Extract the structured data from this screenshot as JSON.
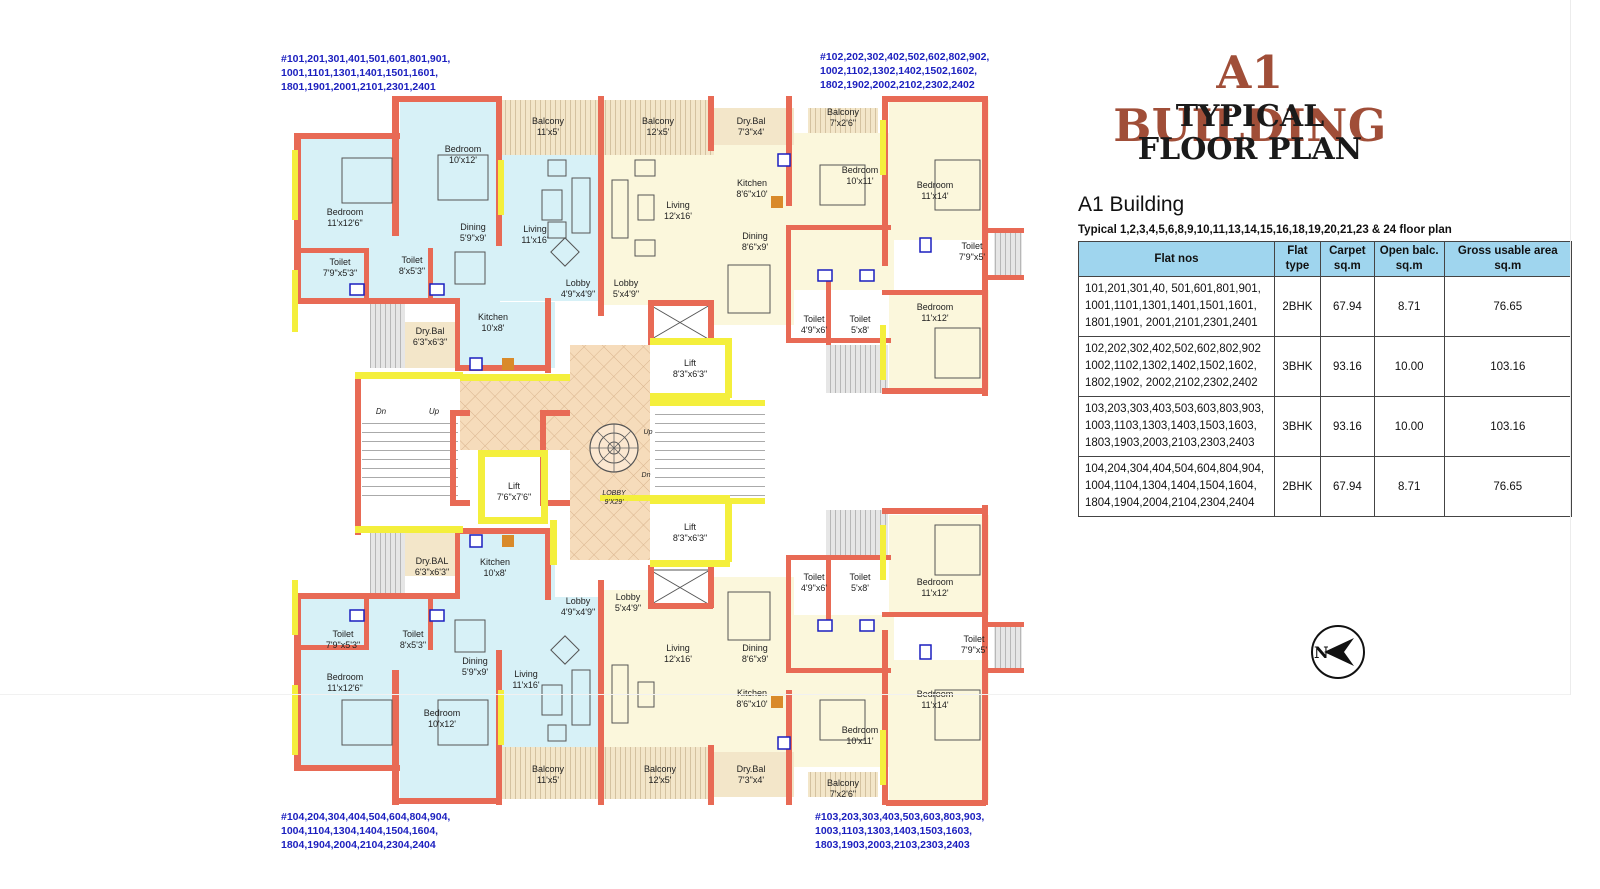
{
  "header": {
    "title_line1": "A1 BUILDING",
    "title_line2": "TYPICAL",
    "title_line3": "FLOOR PLAN"
  },
  "table": {
    "title": "A1 Building",
    "subtitle": "Typical 1,2,3,4,5,6,8,9,10,11,13,14,15,16,18,19,20,21,23 & 24 floor plan",
    "headers": {
      "flat_nos": "Flat nos",
      "flat_type_1": "Flat",
      "flat_type_2": "type",
      "carpet_1": "Carpet",
      "carpet_2": "sq.m",
      "open_1": "Open balc.",
      "open_2": "sq.m",
      "gross_1": "Gross usable area",
      "gross_2": "sq.m"
    },
    "rows": [
      {
        "l1": "101,201,301,40, 501,601,801,901,",
        "l2": "1001,1101,1301,1401,1501,1601,",
        "l3": "1801,1901, 2001,2101,2301,2401",
        "type": "2BHK",
        "carpet": "67.94",
        "open": "8.71",
        "gross": "76.65"
      },
      {
        "l1": "102,202,302,402,502,602,802,902",
        "l2": "1002,1102,1302,1402,1502,1602,",
        "l3": "1802,1902, 2002,2102,2302,2402",
        "type": "3BHK",
        "carpet": "93.16",
        "open": "10.00",
        "gross": "103.16"
      },
      {
        "l1": "103,203,303,403,503,603,803,903,",
        "l2": "1003,1103,1303,1403,1503,1603,",
        "l3": "1803,1903,2003,2103,2303,2403",
        "type": "3BHK",
        "carpet": "93.16",
        "open": "10.00",
        "gross": "103.16"
      },
      {
        "l1": "104,204,304,404,504,604,804,904,",
        "l2": "1004,1104,1304,1404,1504,1604,",
        "l3": "1804,1904,2004,2104,2304,2404",
        "type": "2BHK",
        "carpet": "67.94",
        "open": "8.71",
        "gross": "76.65"
      }
    ]
  },
  "flat_lists": {
    "top_left": [
      "#101,201,301,401,501,601,801,901,",
      "1001,1101,1301,1401,1501,1601,",
      "1801,1901,2001,2101,2301,2401"
    ],
    "top_right": [
      "#102,202,302,402,502,602,802,902,",
      "1002,1102,1302,1402,1502,1602,",
      "1802,1902,2002,2102,2302,2402"
    ],
    "bottom_left": [
      "#104,204,304,404,504,604,804,904,",
      "1004,1104,1304,1404,1504,1604,",
      "1804,1904,2004,2104,2304,2404"
    ],
    "bottom_right": [
      "#103,203,303,403,503,603,803,903,",
      "1003,1103,1303,1403,1503,1603,",
      "1803,1903,2003,2103,2303,2403"
    ]
  },
  "rooms": {
    "tl_bedroom1": {
      "name": "Bedroom",
      "dim": "10'x12'"
    },
    "tl_bedroom2": {
      "name": "Bedroom",
      "dim": "11'x12'6\""
    },
    "tl_balcony": {
      "name": "Balcony",
      "dim": "11'x5'"
    },
    "tl_living": {
      "name": "Living",
      "dim": "11'x16'"
    },
    "tl_dining": {
      "name": "Dining",
      "dim": "5'9\"x9'"
    },
    "tl_toilet1": {
      "name": "Toilet",
      "dim": "7'9\"x5'3\""
    },
    "tl_toilet2": {
      "name": "Toilet",
      "dim": "8'x5'3\""
    },
    "tl_kitchen": {
      "name": "Kitchen",
      "dim": "10'x8'"
    },
    "tl_drybal": {
      "name": "Dry.Bal",
      "dim": "6'3\"x6'3\""
    },
    "tl_lobby": {
      "name": "Lobby",
      "dim": "4'9\"x4'9\""
    },
    "tr_balcony1": {
      "name": "Balcony",
      "dim": "12'x5'"
    },
    "tr_drybal": {
      "name": "Dry.Bal",
      "dim": "7'3\"x4'"
    },
    "tr_balcony2": {
      "name": "Balcony",
      "dim": "7'x2'6\""
    },
    "tr_living": {
      "name": "Living",
      "dim": "12'x16'"
    },
    "tr_kitchen": {
      "name": "Kitchen",
      "dim": "8'6\"x10'"
    },
    "tr_dining": {
      "name": "Dining",
      "dim": "8'6\"x9'"
    },
    "tr_bedroom1": {
      "name": "Bedroom",
      "dim": "10'x11'"
    },
    "tr_bedroom2": {
      "name": "Bedroom",
      "dim": "11'x14'"
    },
    "tr_toilet1": {
      "name": "Toilet",
      "dim": "7'9\"x5'"
    },
    "tr_bedroom3": {
      "name": "Bedroom",
      "dim": "11'x12'"
    },
    "tr_toilet2": {
      "name": "Toilet",
      "dim": "4'9\"x6'"
    },
    "tr_toilet3": {
      "name": "Toilet",
      "dim": "5'x8'"
    },
    "tr_lobby": {
      "name": "Lobby",
      "dim": "5'x4'9\""
    },
    "lift1": {
      "name": "Lift",
      "dim": "8'3\"x6'3\""
    },
    "lift2": {
      "name": "Lift",
      "dim": "7'6\"x7'6\""
    },
    "lift3": {
      "name": "Lift",
      "dim": "8'3\"x6'3\""
    },
    "lobby_main": {
      "name": "LOBBY",
      "dim": "9'X29'"
    },
    "stair_dn": "Dn",
    "stair_up": "Up",
    "stair2_up": "Up",
    "stair2_dn": "Dn",
    "bl_drybal": {
      "name": "Dry.BAL",
      "dim": "6'3\"x6'3\""
    },
    "bl_kitchen": {
      "name": "Kitchen",
      "dim": "10'x8'"
    },
    "bl_toilet1": {
      "name": "Toilet",
      "dim": "7'9\"x5'3\""
    },
    "bl_toilet2": {
      "name": "Toilet",
      "dim": "8'x5'3\""
    },
    "bl_dining": {
      "name": "Dining",
      "dim": "5'9\"x9'"
    },
    "bl_living": {
      "name": "Living",
      "dim": "11'x16'"
    },
    "bl_bedroom1": {
      "name": "Bedroom",
      "dim": "11'x12'6\""
    },
    "bl_bedroom2": {
      "name": "Bedroom",
      "dim": "10'x12'"
    },
    "bl_balcony": {
      "name": "Balcony",
      "dim": "11'x5'"
    },
    "bl_lobby": {
      "name": "Lobby",
      "dim": "4'9\"x4'9\""
    },
    "br_lobby": {
      "name": "Lobby",
      "dim": "5'x4'9\""
    },
    "br_living": {
      "name": "Living",
      "dim": "12'x16'"
    },
    "br_dining": {
      "name": "Dining",
      "dim": "8'6\"x9'"
    },
    "br_kitchen": {
      "name": "Kitchen",
      "dim": "8'6\"x10'"
    },
    "br_balcony1": {
      "name": "Balcony",
      "dim": "12'x5'"
    },
    "br_drybal": {
      "name": "Dry.Bal",
      "dim": "7'3\"x4'"
    },
    "br_bedroom1": {
      "name": "Bedroom",
      "dim": "10'x11'"
    },
    "br_bedroom2": {
      "name": "Bedroom",
      "dim": "11'x14'"
    },
    "br_balcony2": {
      "name": "Balcony",
      "dim": "7'x2'6\""
    },
    "br_toilet1": {
      "name": "Toilet",
      "dim": "4'9\"x6'"
    },
    "br_toilet2": {
      "name": "Toilet",
      "dim": "5'x8'"
    },
    "br_bedroom3": {
      "name": "Bedroom",
      "dim": "11'x12'"
    },
    "br_toilet3": {
      "name": "Toilet",
      "dim": "7'9\"x5'"
    }
  },
  "compass_label": "N",
  "colors": {
    "wall": "#e86a55",
    "window": "#f4ef3c",
    "room_blue": "#d7f1f7",
    "room_cream": "#fbf7dc",
    "lobby_tile": "#f4d8b6",
    "title_red": "#a04e38",
    "text_blue": "#1b1fbf",
    "table_header": "#9fd5ee"
  }
}
